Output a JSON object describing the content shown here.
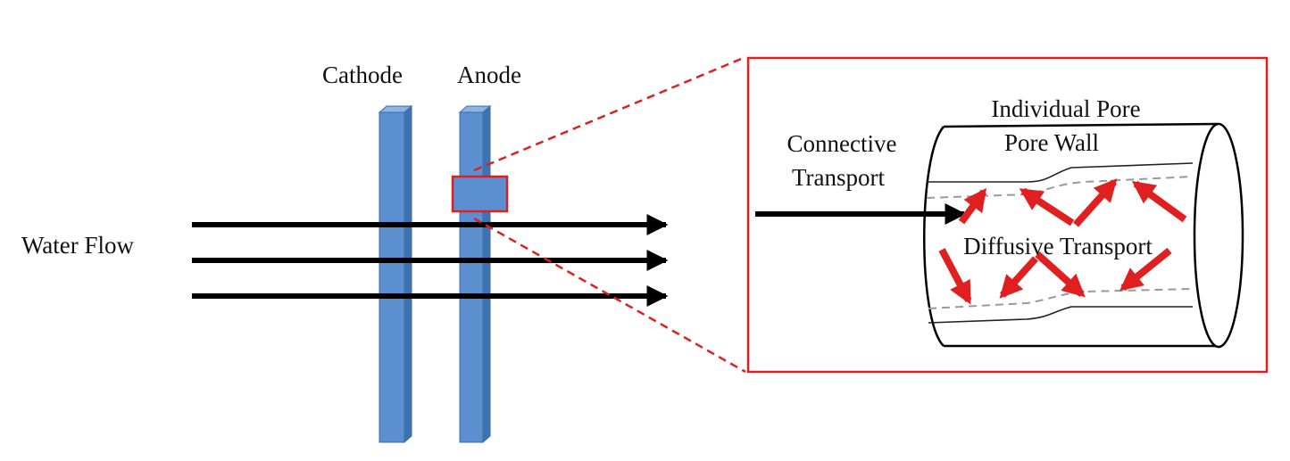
{
  "labels": {
    "cathode": "Cathode",
    "anode": "Anode",
    "water_flow": "Water Flow",
    "connective_line1": "Connective",
    "connective_line2": "Transport",
    "individual_pore": "Individual Pore",
    "pore_wall": "Pore Wall",
    "diffusive_transport": "Diffusive Transport"
  },
  "colors": {
    "electrode_fill": "#5b8fd0",
    "electrode_edge": "#3c6ea8",
    "highlight_red": "#e02020",
    "arrow_black": "#000000",
    "pore_dashed": "#9a9a9a"
  }
}
